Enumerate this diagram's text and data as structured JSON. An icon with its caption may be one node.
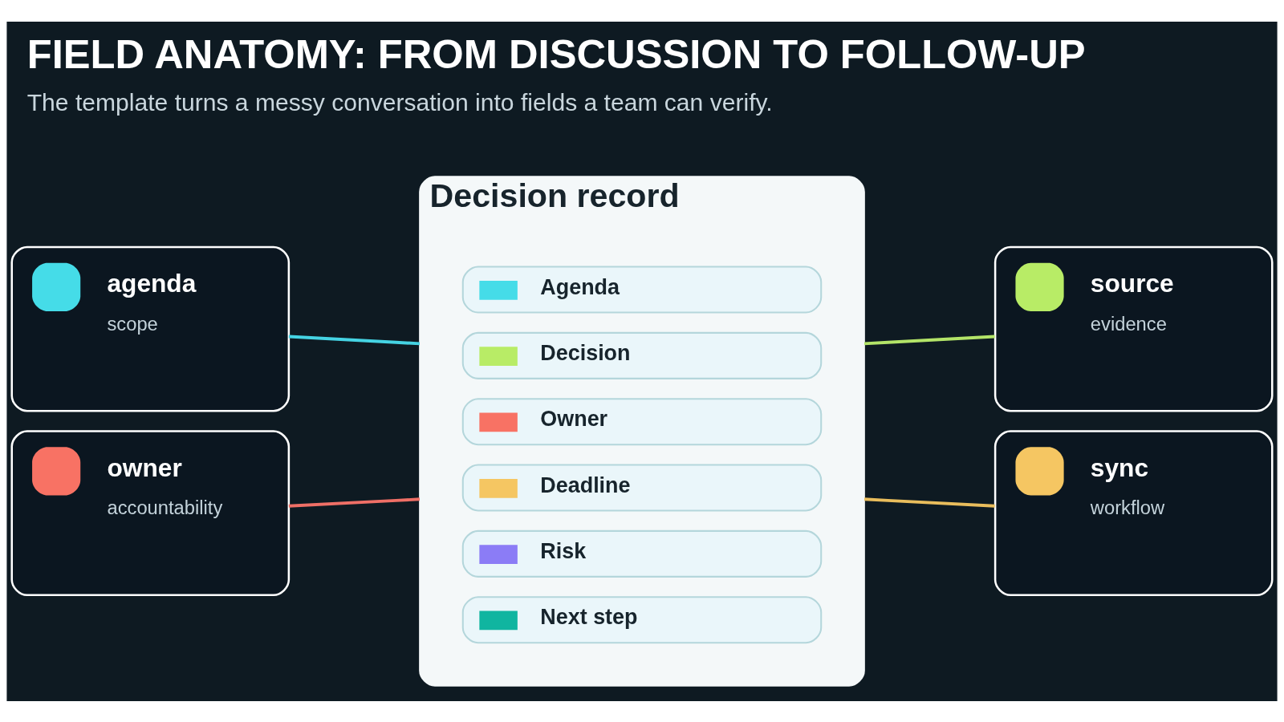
{
  "diagram": {
    "title": "FIELD ANATOMY: FROM DISCUSSION TO FOLLOW-UP",
    "caption": "The template turns a messy conversation into fields a team can verify.",
    "nodes": [
      {
        "text": [
          "agenda",
          "scope"
        ]
      },
      {
        "text": [
          "Decision record"
        ]
      },
      {
        "text": [
          "Agenda"
        ],
        "in": 1
      },
      {
        "text": [
          "Decision"
        ],
        "in": 1
      },
      {
        "text": [
          "Owner"
        ],
        "in": 1
      },
      {
        "text": [
          "Deadline"
        ],
        "in": 1
      },
      {
        "text": [
          "Risk"
        ],
        "in": 1
      },
      {
        "text": [
          "Next step"
        ],
        "in": 1
      },
      {
        "text": [
          "source",
          "evidence"
        ]
      },
      {
        "text": [
          "owner",
          "accountability"
        ]
      },
      {
        "text": [
          "sync",
          "workflow"
        ]
      }
    ],
    "edges": [
      {
        "from": 0,
        "to": 1,
        "arrow": "none",
        "color": "#45d3e3"
      },
      {
        "from": 1,
        "to": 8,
        "arrow": "none",
        "color": "#b3e468"
      },
      {
        "from": 9,
        "to": 1,
        "arrow": "none",
        "color": "#ef6f66"
      },
      {
        "from": 1,
        "to": 10,
        "arrow": "none",
        "color": "#e9bd5c"
      }
    ]
  }
}
